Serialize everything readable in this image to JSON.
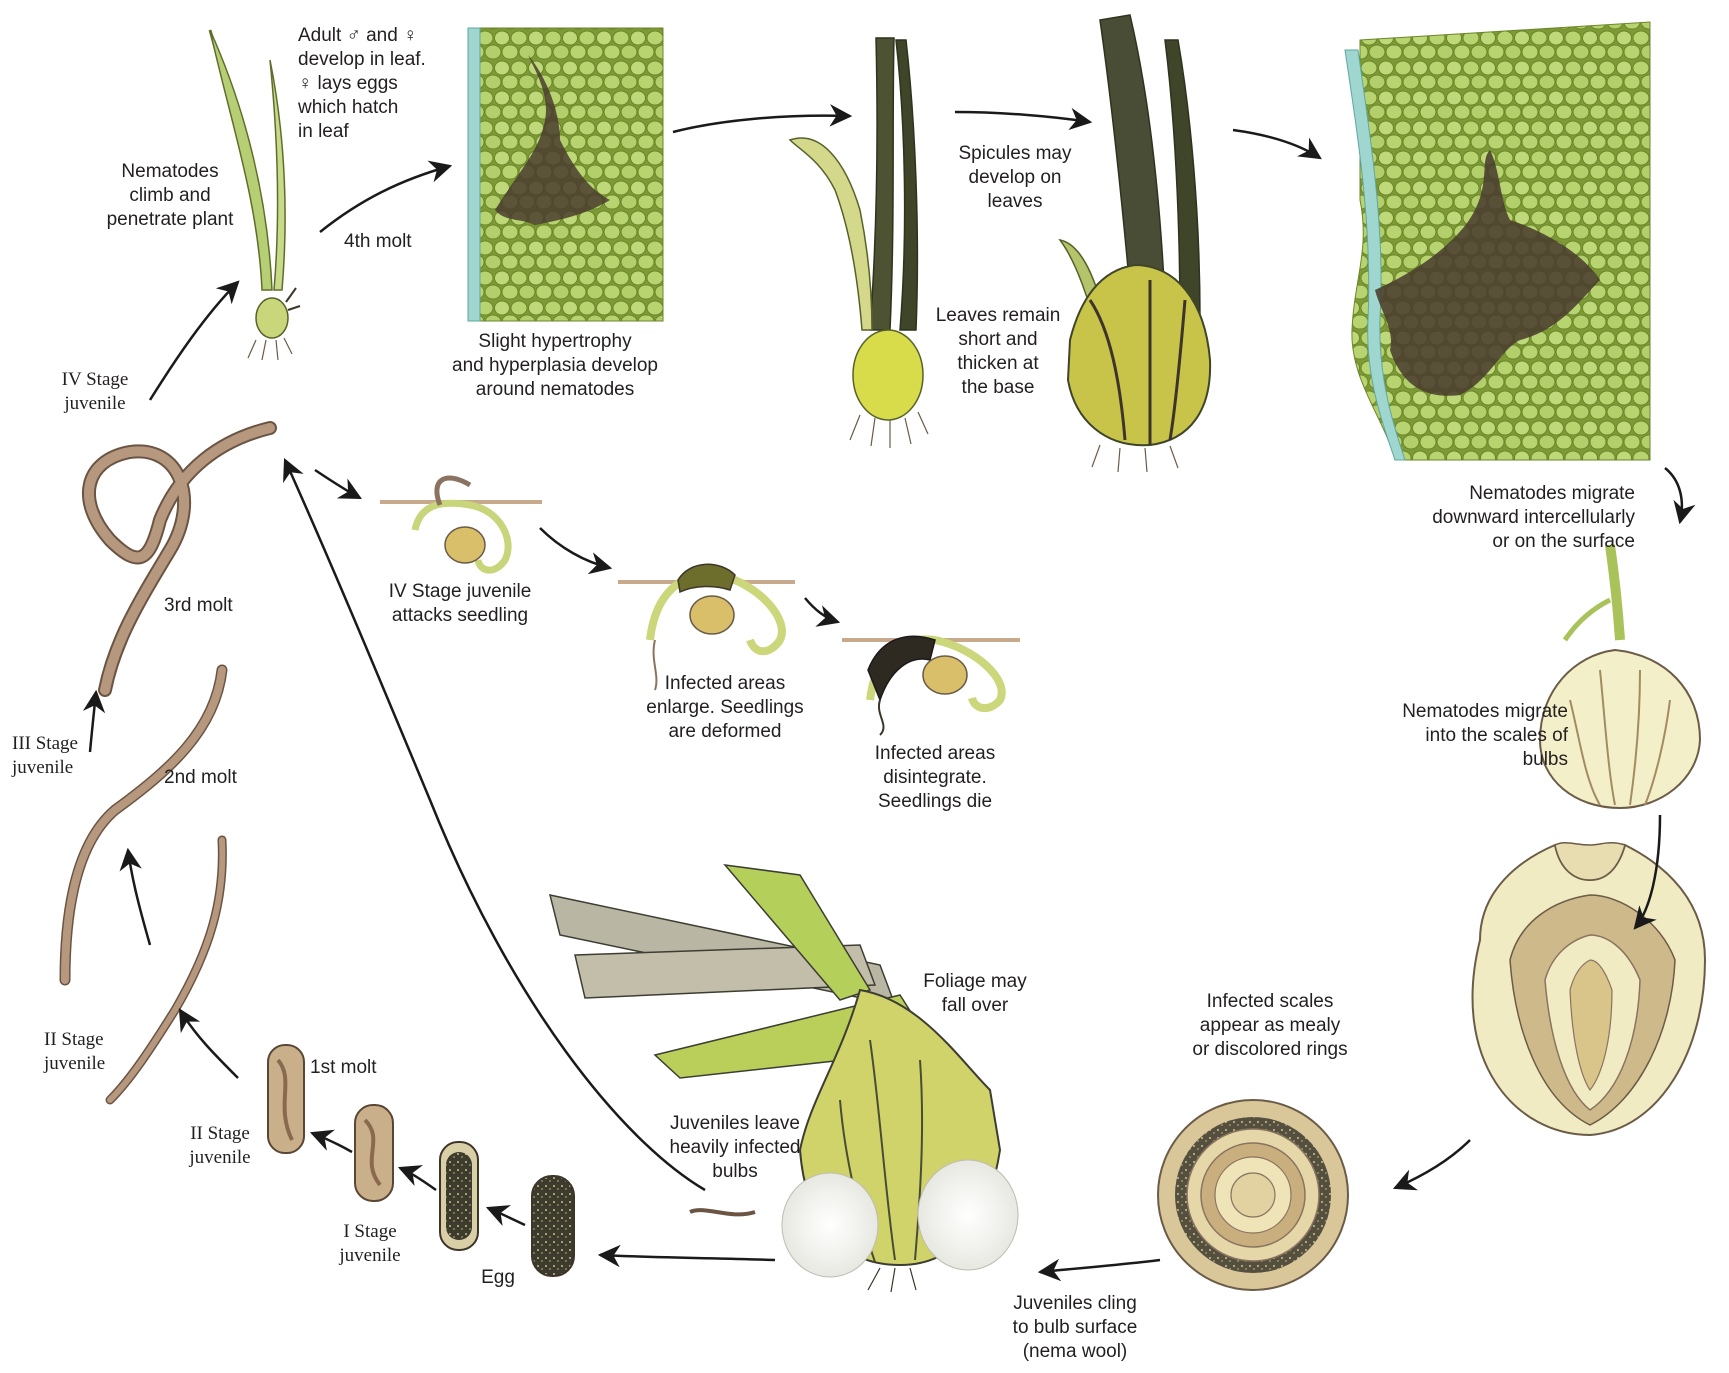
{
  "labels": {
    "adult_develop": "Adult ♂ and ♀\ndevelop in leaf.\n♀ lays eggs\nwhich hatch\nin leaf",
    "climb_penetrate": "Nematodes\nclimb and\npenetrate plant",
    "fourth_molt": "4th molt",
    "slight_hypertrophy": "Slight hypertrophy\nand hyperplasia develop\naround nematodes",
    "spicules": "Spicules may\ndevelop on\nleaves",
    "leaves_short": "Leaves remain\nshort and\nthicken at\nthe base",
    "iv_stage_juvenile_top": "IV Stage\njuvenile",
    "migrate_downward": "Nematodes migrate\ndownward intercellularly\nor on the surface",
    "iv_attacks_seedling": "IV Stage juvenile\nattacks seedling",
    "third_molt": "3rd molt",
    "infected_enlarge": "Infected areas\nenlarge. Seedlings\nare deformed",
    "migrate_scales": "Nematodes migrate\ninto the scales of\nbulbs",
    "iii_stage_juvenile": "III Stage\njuvenile",
    "second_molt": "2nd molt",
    "infected_disintegrate": "Infected areas\ndisintegrate.\nSeedlings die",
    "foliage_fall": "Foliage may\nfall over",
    "infected_scales": "Infected scales\nappear as mealy\nor discolored rings",
    "ii_stage_juvenile_left": "II Stage\njuvenile",
    "first_molt": "1st molt",
    "ii_stage_juvenile_egg": "II Stage\njuvenile",
    "juveniles_leave": "Juveniles leave\nheavily infected\nbulbs",
    "i_stage_juvenile": "I Stage\njuvenile",
    "egg": "Egg",
    "juveniles_cling": "Juveniles cling\nto bulb surface\n(nema wool)"
  },
  "colors": {
    "nematode": "#b5987e",
    "nematode_edge": "#6b5443",
    "leaf_yellow": "#d8dc8a",
    "leaf_green": "#a9c35a",
    "dark_lesion": "#3d3529",
    "cell_green": "#b3cf6b",
    "cell_edge": "#6e8a2d",
    "epidermis": "#9fd6cf",
    "bulb_cream": "#f3efc8",
    "soil": "#c9a98c",
    "arrow": "#1a1a1a",
    "text": "#231f20"
  }
}
